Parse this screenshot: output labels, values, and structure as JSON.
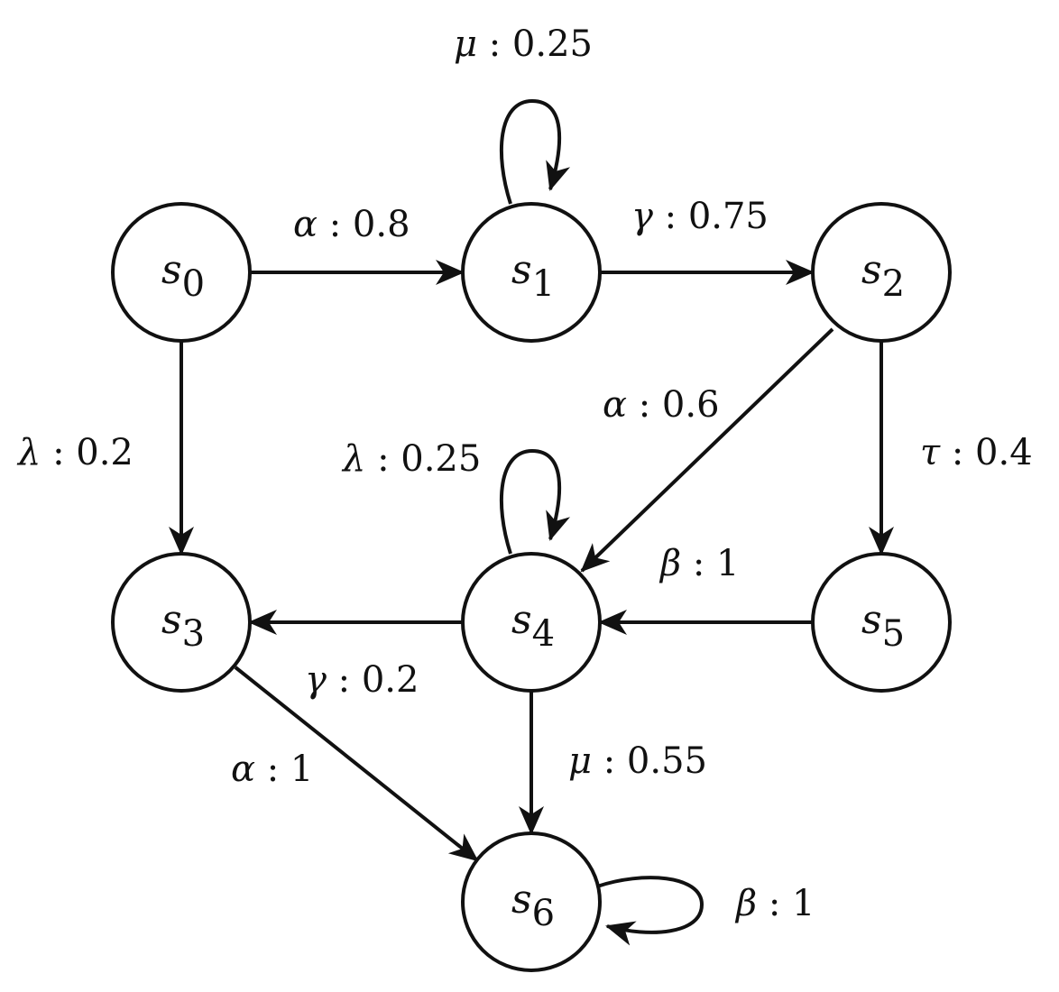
{
  "states": [
    {
      "id": "s0",
      "base": "s",
      "sub": "0"
    },
    {
      "id": "s1",
      "base": "s",
      "sub": "1"
    },
    {
      "id": "s2",
      "base": "s",
      "sub": "2"
    },
    {
      "id": "s3",
      "base": "s",
      "sub": "3"
    },
    {
      "id": "s4",
      "base": "s",
      "sub": "4"
    },
    {
      "id": "s5",
      "base": "s",
      "sub": "5"
    },
    {
      "id": "s6",
      "base": "s",
      "sub": "6"
    }
  ],
  "transitions": [
    {
      "from": "s0",
      "to": "s1",
      "action": "α",
      "prob": "0.8"
    },
    {
      "from": "s0",
      "to": "s3",
      "action": "λ",
      "prob": "0.2"
    },
    {
      "from": "s1",
      "to": "s1",
      "action": "μ",
      "prob": "0.25"
    },
    {
      "from": "s1",
      "to": "s2",
      "action": "γ",
      "prob": "0.75"
    },
    {
      "from": "s2",
      "to": "s4",
      "action": "α",
      "prob": "0.6"
    },
    {
      "from": "s2",
      "to": "s5",
      "action": "τ",
      "prob": "0.4"
    },
    {
      "from": "s4",
      "to": "s4",
      "action": "λ",
      "prob": "0.25"
    },
    {
      "from": "s5",
      "to": "s4",
      "action": "β",
      "prob": "1"
    },
    {
      "from": "s4",
      "to": "s3",
      "action": "γ",
      "prob": "0.2"
    },
    {
      "from": "s3",
      "to": "s6",
      "action": "α",
      "prob": "1"
    },
    {
      "from": "s4",
      "to": "s6",
      "action": "μ",
      "prob": "0.55"
    },
    {
      "from": "s6",
      "to": "s6",
      "action": "β",
      "prob": "1"
    }
  ],
  "separator": " : "
}
